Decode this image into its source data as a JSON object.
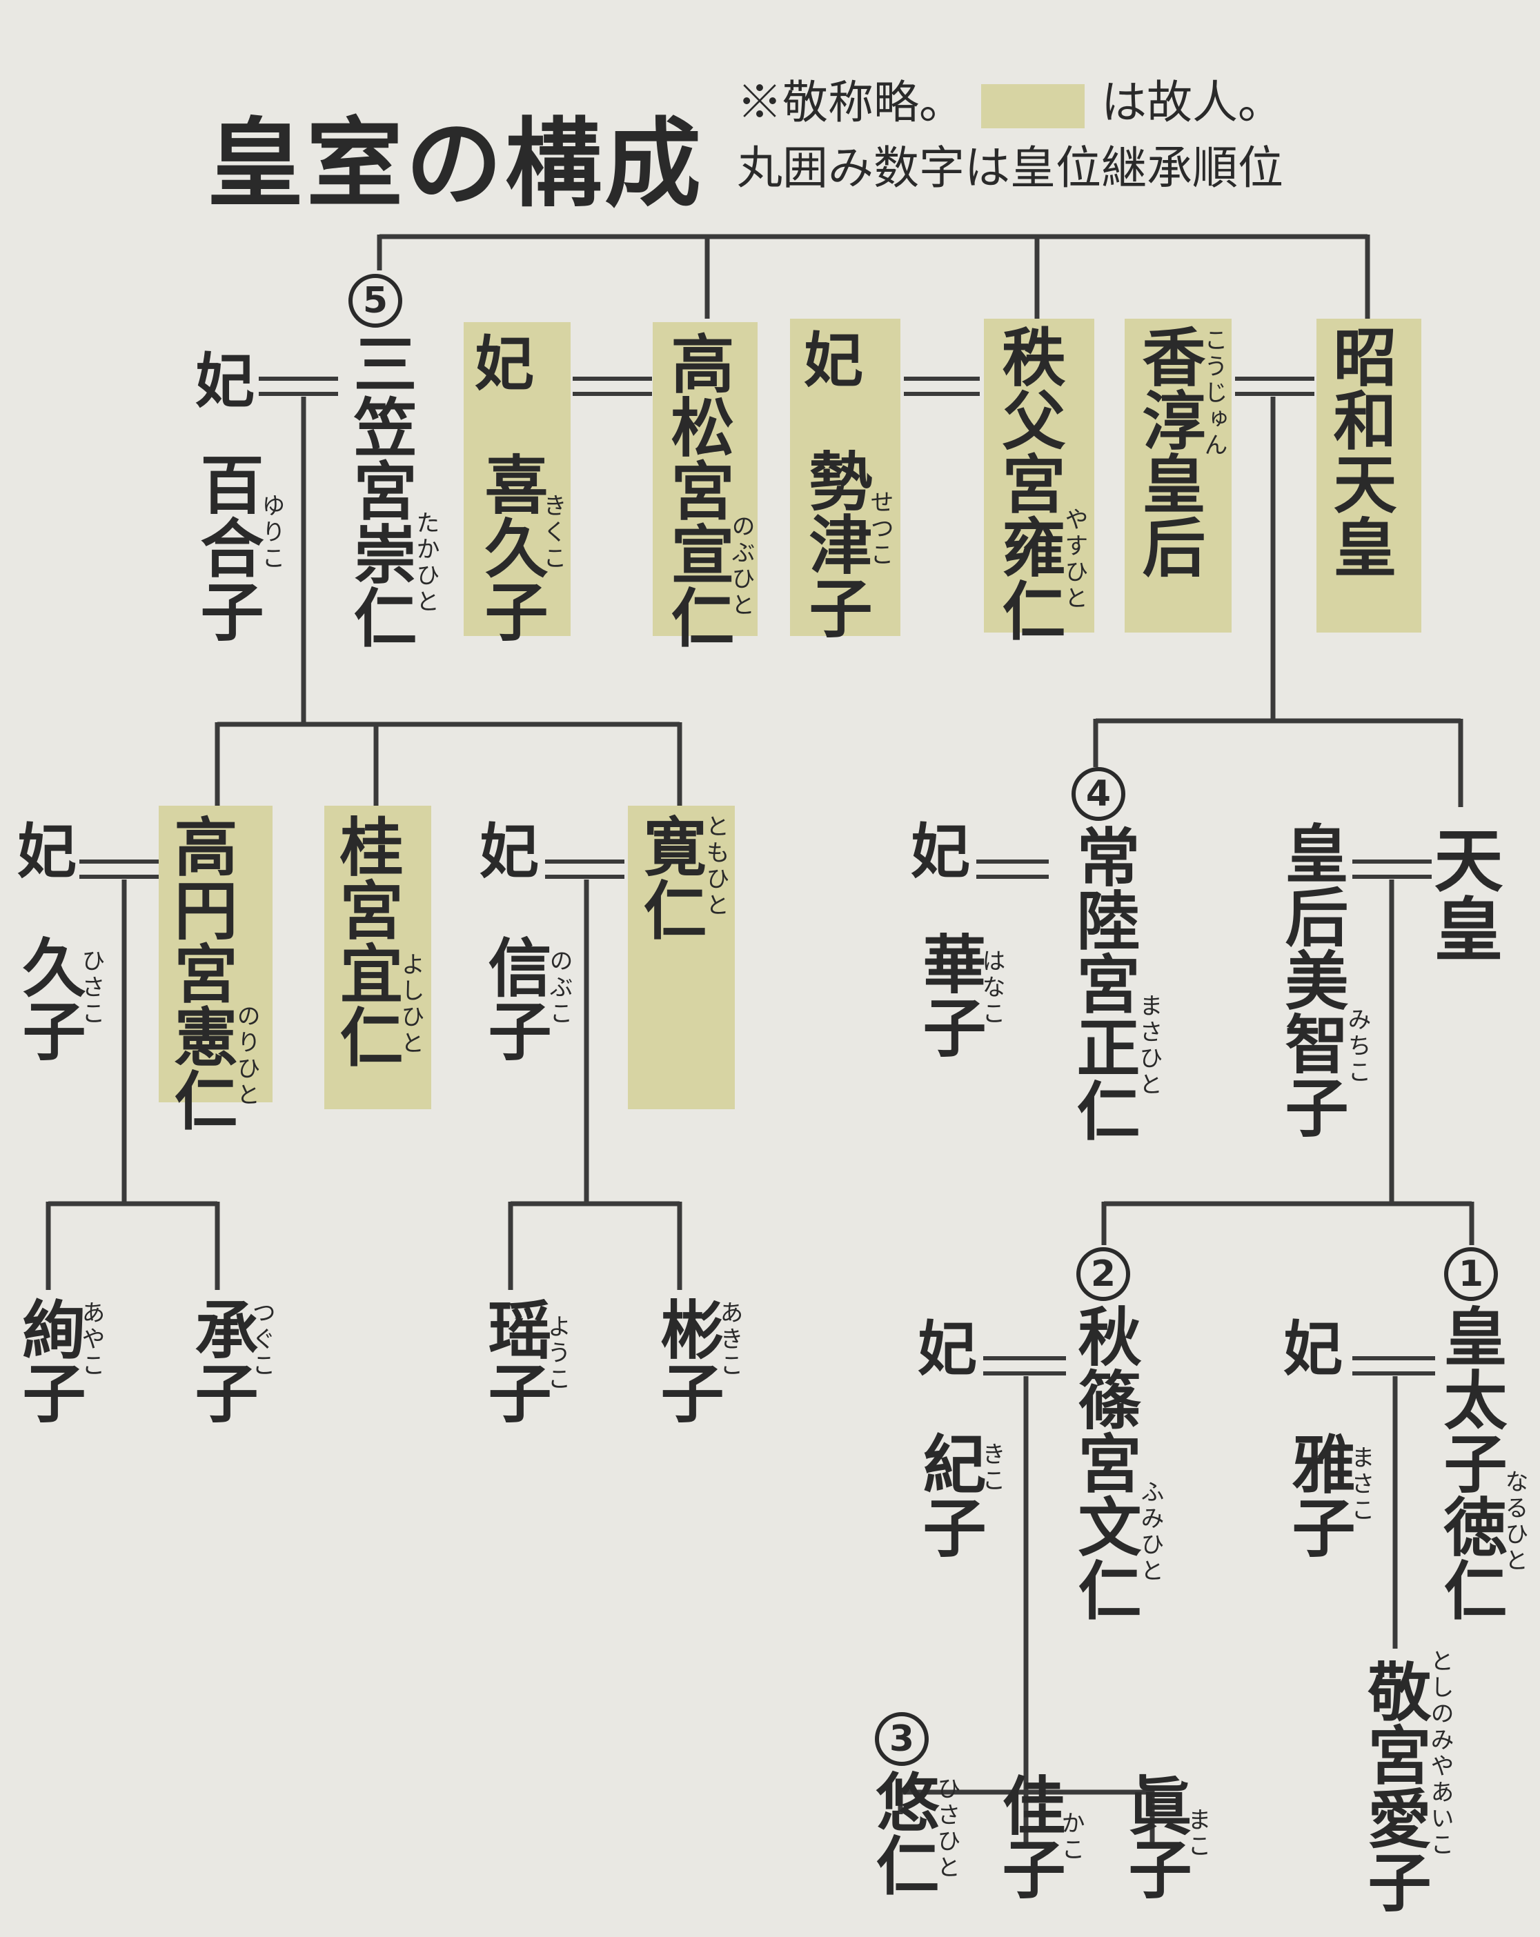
{
  "title": "皇室の構成",
  "notes": {
    "honorific": "※敬称略。",
    "deceased_suffix": "は故人。",
    "succession": "丸囲み数字は皇位継承順位"
  },
  "colors": {
    "deceased_highlight": "#d7d4a3",
    "line": "#3a3a3a",
    "background": "#e9e8e3"
  },
  "spouse_label": "妃",
  "persons": {
    "showa": {
      "name": "昭和天皇"
    },
    "kojun": {
      "name": "香淳皇后",
      "ruby": "こうじゅん"
    },
    "chichibu": {
      "name": "秩父宮雍仁",
      "ruby": "やすひと"
    },
    "setsuko": {
      "name": "勢津子",
      "ruby": "せつこ"
    },
    "takamatsu": {
      "name": "高松宮宣仁",
      "ruby": "のぶひと"
    },
    "kikuko": {
      "name": "喜久子",
      "ruby": "きくこ"
    },
    "mikasa": {
      "name": "三笠宮崇仁",
      "ruby": "たかひと",
      "rank": "5"
    },
    "yuriko": {
      "name": "百合子",
      "ruby": "ゆりこ"
    },
    "takamado": {
      "name": "高円宮憲仁",
      "ruby": "のりひと"
    },
    "hisako": {
      "name": "久子",
      "ruby": "ひさこ"
    },
    "katsura": {
      "name": "桂宮宜仁",
      "ruby": "よしひと"
    },
    "tomohito": {
      "name": "寛仁",
      "ruby": "ともひと"
    },
    "nobuko": {
      "name": "信子",
      "ruby": "のぶこ"
    },
    "ayako": {
      "name": "絢子",
      "ruby": "あやこ"
    },
    "tsuguko": {
      "name": "承子",
      "ruby": "つぐこ"
    },
    "yoko": {
      "name": "瑶子",
      "ruby": "ようこ"
    },
    "akiko": {
      "name": "彬子",
      "ruby": "あきこ"
    },
    "tenno": {
      "name": "天皇"
    },
    "michiko": {
      "name": "皇后美智子",
      "ruby": "みちこ"
    },
    "hitachi": {
      "name": "常陸宮正仁",
      "ruby": "まさひと",
      "rank": "4"
    },
    "hanako": {
      "name": "華子",
      "ruby": "はなこ"
    },
    "crownprince": {
      "name": "皇太子徳仁",
      "ruby": "なるひと",
      "rank": "1"
    },
    "masako": {
      "name": "雅子",
      "ruby": "まさこ"
    },
    "akishino": {
      "name": "秋篠宮文仁",
      "ruby": "ふみひと",
      "rank": "2"
    },
    "kiko": {
      "name": "紀子",
      "ruby": "きこ"
    },
    "aiko": {
      "name": "敬宮愛子",
      "ruby": "としのみやあいこ"
    },
    "hisahito": {
      "name": "悠仁",
      "ruby": "ひさひと",
      "rank": "3"
    },
    "kako": {
      "name": "佳子",
      "ruby": "かこ"
    },
    "mako": {
      "name": "眞子",
      "ruby": "まこ"
    }
  }
}
